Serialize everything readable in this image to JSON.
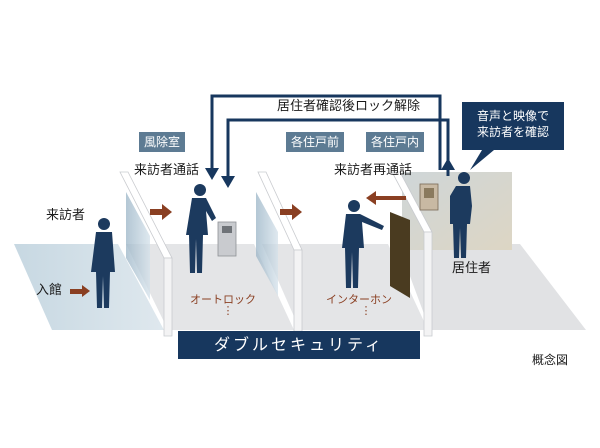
{
  "labels": {
    "visitor": "来訪者",
    "entry": "入館",
    "visitor_call": "来訪者通話",
    "visitor_recall": "来訪者再通話",
    "resident": "居住者",
    "unlock_after_confirm": "居住者確認後ロック解除",
    "diagram_note": "概念図"
  },
  "zones": {
    "windbreak_room": "風除室",
    "front_of_unit": "各住戸前",
    "inside_unit": "各住戸内"
  },
  "points": {
    "autolock": "オートロック",
    "intercom": "インターホン",
    "dots": "⋮"
  },
  "bubble": {
    "line1": "音声と映像で",
    "line2": "来訪者を確認"
  },
  "banner": {
    "text": "ダブルセキュリティ"
  },
  "colors": {
    "navy": "#17375e",
    "slate_tag": "#5d7b93",
    "rust_arrow": "#8a3f22",
    "floor_gray": "#e3e4e6",
    "floor_blue": "#bcd0dc",
    "wall_white": "#ffffff",
    "room_beige": "#d7d2c2",
    "door_brown": "#4a3b20"
  }
}
